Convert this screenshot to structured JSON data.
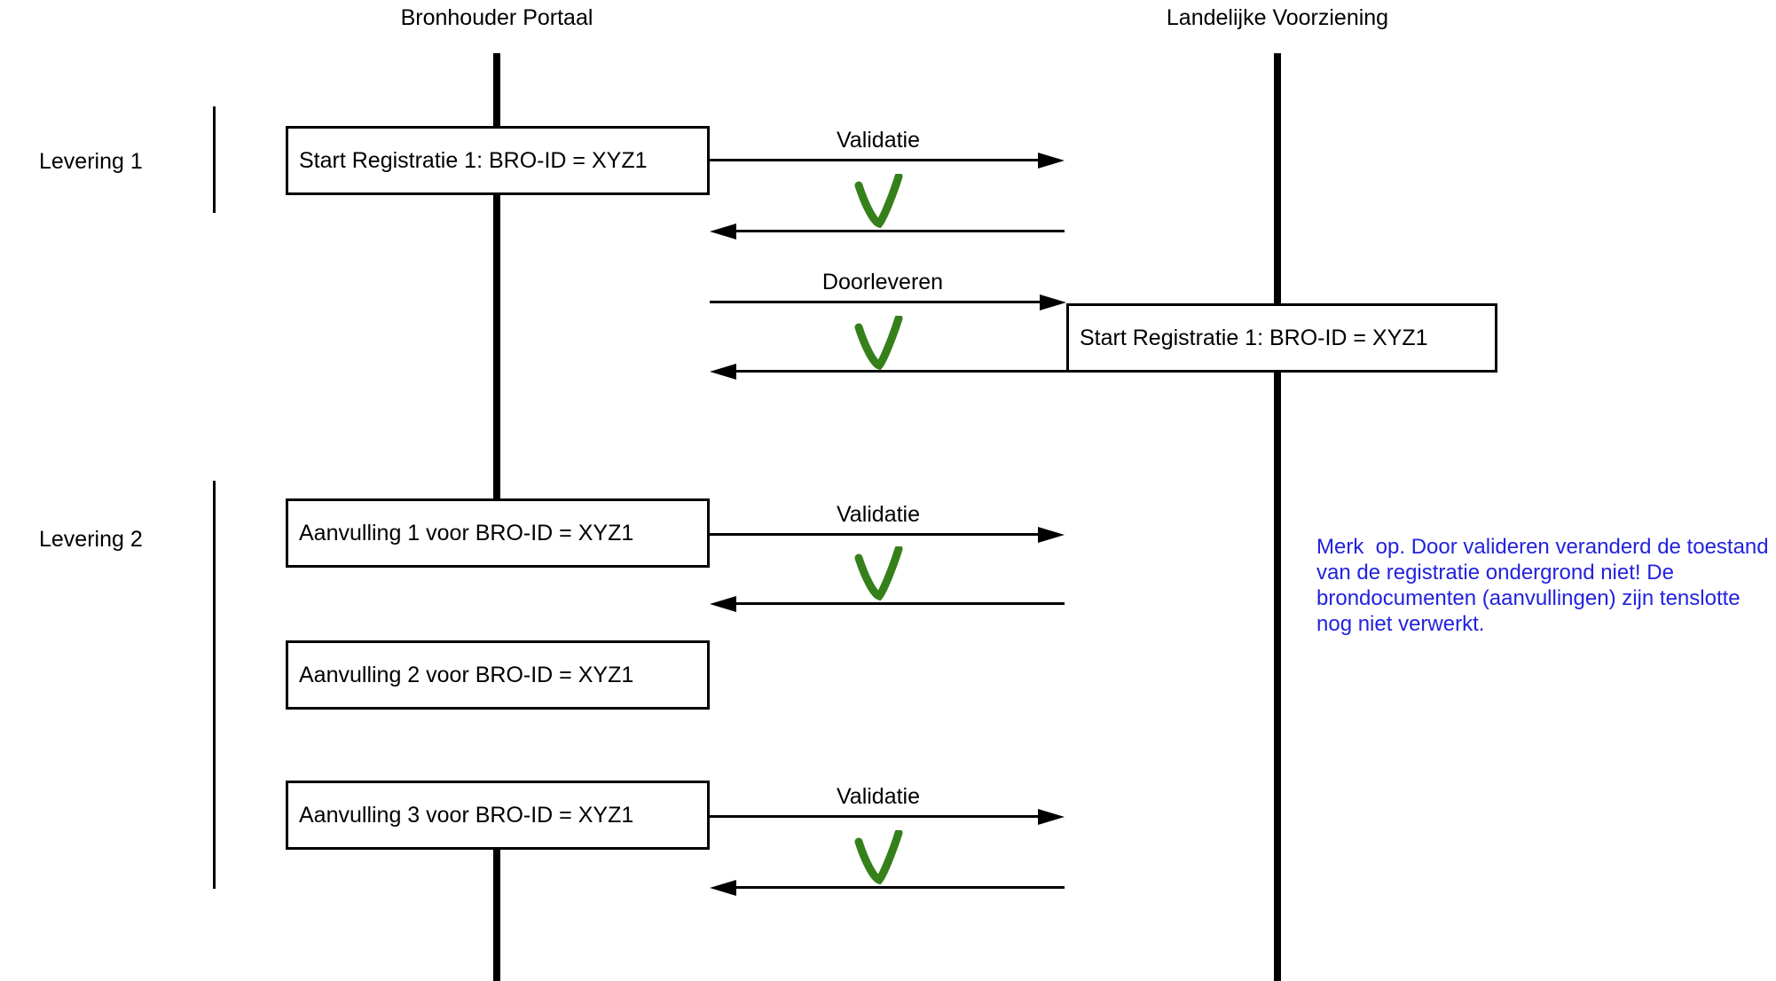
{
  "colors": {
    "check_green": "#35801B",
    "note_blue": "#2222DD",
    "line_black": "#000000"
  },
  "lifelines": {
    "left": {
      "title": "Bronhouder Portaal"
    },
    "right": {
      "title": "Landelijke Voorziening"
    }
  },
  "groups": {
    "levering1": {
      "label": "Levering 1"
    },
    "levering2": {
      "label": "Levering 2"
    }
  },
  "boxes": {
    "start_reg_left": {
      "label": "Start Registratie 1: BRO-ID = XYZ1"
    },
    "start_reg_right": {
      "label": "Start Registratie 1: BRO-ID = XYZ1"
    },
    "aanvulling1": {
      "label": "Aanvulling 1 voor BRO-ID = XYZ1"
    },
    "aanvulling2": {
      "label": "Aanvulling 2 voor BRO-ID = XYZ1"
    },
    "aanvulling3": {
      "label": "Aanvulling 3 voor BRO-ID = XYZ1"
    }
  },
  "messages": {
    "validatie1": {
      "label": "Validatie"
    },
    "doorleveren": {
      "label": "Doorleveren"
    },
    "validatie2": {
      "label": "Validatie"
    },
    "validatie3": {
      "label": "Validatie"
    }
  },
  "note": {
    "lines": [
      "Merk  op. Door valideren veranderd de toestand",
      "van de registratie ondergrond niet! De",
      "brondocumenten (aanvullingen) zijn tenslotte",
      "nog niet verwerkt."
    ]
  }
}
